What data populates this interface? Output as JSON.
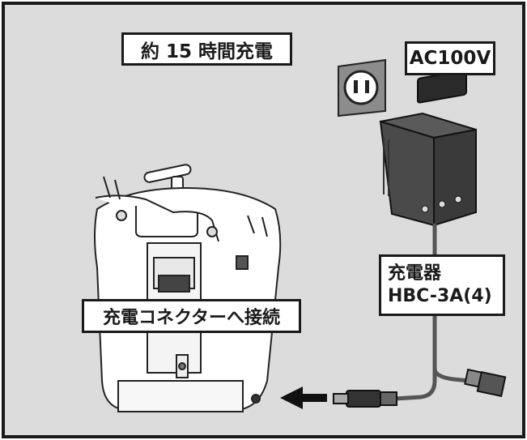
{
  "labels": {
    "charge_time": "約 15 時間充電",
    "ac_voltage": "AC100V",
    "charger_name": "充電器",
    "charger_model": "HBC-3A(4)",
    "connect_instruction": "充電コネクターへ接続"
  },
  "colors": {
    "panel_background": "#dcdcdc",
    "frame": "#1a1a1a",
    "charger_body": "#4a4a4a",
    "outlet_plate": "#8c8c8c",
    "transmitter_body": "#ffffff"
  },
  "icons": {
    "outlet": "wall-outlet-icon",
    "adapter": "ac-adapter-icon",
    "transmitter": "rc-transmitter-icon",
    "arrow": "left-arrow-icon"
  }
}
